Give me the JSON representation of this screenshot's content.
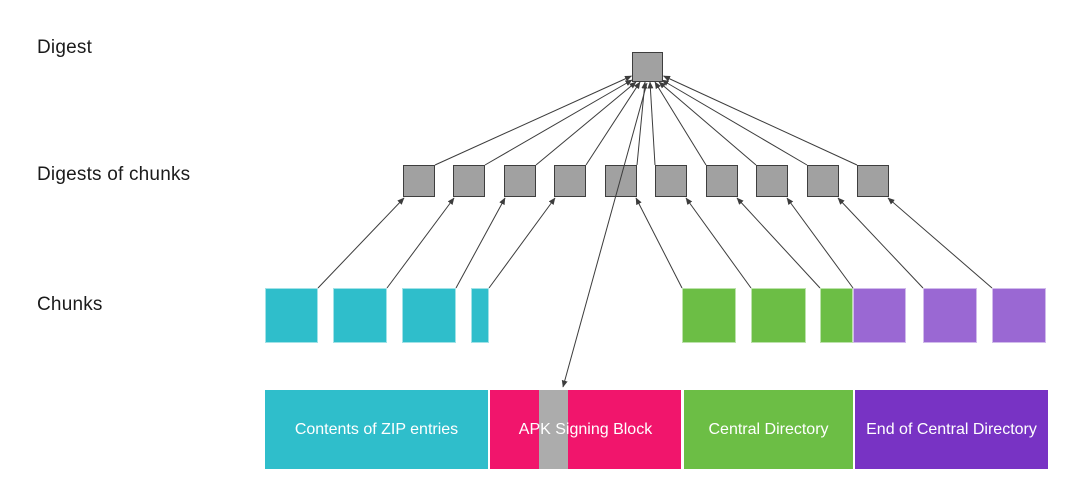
{
  "labels": {
    "digest": "Digest",
    "digests_of_chunks": "Digests of chunks",
    "chunks": "Chunks"
  },
  "colors": {
    "chunk_cyan": "#2FBECB",
    "chunk_green": "#6CBE45",
    "chunk_purple": "#9A68D3",
    "bar_cyan": "#2FBECB",
    "bar_pink": "#F1156C",
    "bar_green": "#6CBE45",
    "bar_purple": "#7833C4",
    "digest_fill": "#A1A1A1",
    "digest_border": "#3E3E3E",
    "signing_segment_gray": "#ACACAC",
    "arrow": "#3C3C3C",
    "label_text": "#1B1B1B",
    "bar_text": "#FFFFFF"
  },
  "digest_row": {
    "count": 10
  },
  "chunk_row": {
    "items": [
      "cyan",
      "cyan",
      "cyan",
      "cyan",
      "green",
      "green",
      "green",
      "purple",
      "purple",
      "purple"
    ]
  },
  "bars": [
    {
      "label": "Contents of ZIP entries",
      "color": "bar_cyan"
    },
    {
      "label": "APK Signing Block",
      "color": "bar_pink",
      "has_digest_segment": true
    },
    {
      "label": "Central Directory",
      "color": "bar_green"
    },
    {
      "label": "End of Central Directory",
      "color": "bar_purple"
    }
  ]
}
